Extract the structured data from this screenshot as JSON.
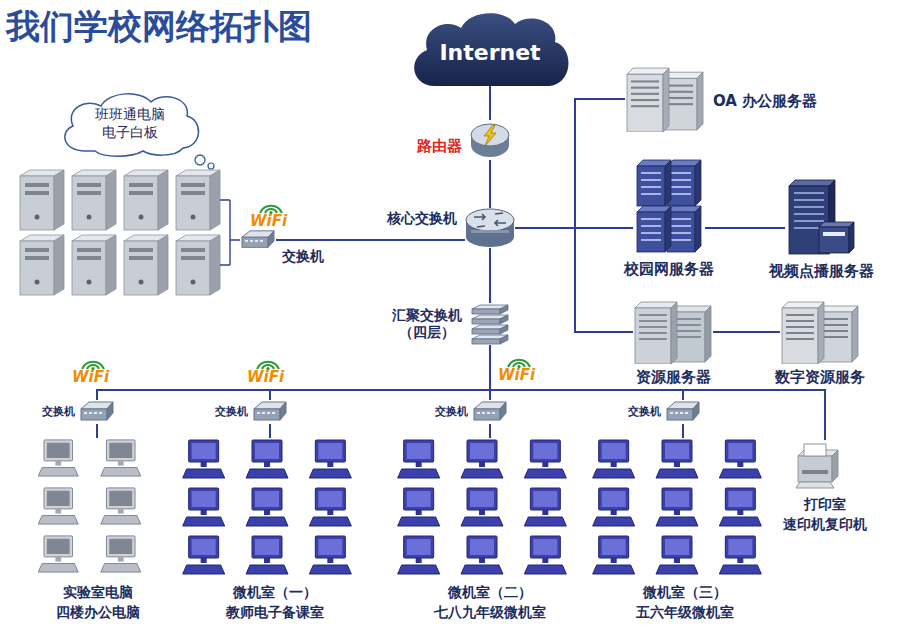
{
  "diagram": {
    "title": "我们学校网络拓扑图",
    "nodes": [
      {
        "text": [
          "Internet"
        ]
      },
      {
        "text": [
          "班班通电脑",
          "电子白板"
        ]
      },
      {
        "text": [
          "OA 办公服务器"
        ]
      },
      {
        "text": [
          "路由器"
        ]
      },
      {
        "text": [
          "交换机"
        ]
      },
      {
        "text": [
          "核心交换机"
        ]
      },
      {
        "text": [
          "校园网服务器"
        ]
      },
      {
        "text": [
          "视频点播服务器"
        ]
      },
      {
        "text": [
          "汇聚交换机",
          "（四层）"
        ]
      },
      {
        "text": [
          "资源服务器"
        ]
      },
      {
        "text": [
          "数字资源服务"
        ]
      },
      {
        "text": [
          "交换机"
        ]
      },
      {
        "text": [
          "交换机"
        ]
      },
      {
        "text": [
          "交换机"
        ]
      },
      {
        "text": [
          "交换机"
        ]
      },
      {
        "text": [
          "实验室电脑",
          "四楼办公电脑"
        ]
      },
      {
        "text": [
          "微机室（一）",
          "教师电子备课室"
        ]
      },
      {
        "text": [
          "微机室（二）",
          "七八九年级微机室"
        ]
      },
      {
        "text": [
          "微机室（三）",
          "五六年级微机室"
        ]
      },
      {
        "text": [
          "打印室",
          "速印机复印机"
        ]
      }
    ],
    "edges": [
      {
        "from": 0,
        "to": 3,
        "arrow": "none"
      },
      {
        "from": 3,
        "to": 5,
        "arrow": "none"
      },
      {
        "from": 5,
        "to": 4,
        "arrow": "none"
      },
      {
        "from": 5,
        "to": 8,
        "arrow": "none"
      },
      {
        "from": 5,
        "to": 2,
        "arrow": "none"
      },
      {
        "from": 5,
        "to": 6,
        "arrow": "none"
      },
      {
        "from": 6,
        "to": 7,
        "arrow": "none"
      },
      {
        "from": 5,
        "to": 9,
        "arrow": "none"
      },
      {
        "from": 9,
        "to": 10,
        "arrow": "none"
      },
      {
        "from": 8,
        "to": 11,
        "arrow": "none"
      },
      {
        "from": 8,
        "to": 12,
        "arrow": "none"
      },
      {
        "from": 8,
        "to": 13,
        "arrow": "none"
      },
      {
        "from": 8,
        "to": 14,
        "arrow": "none"
      },
      {
        "from": 8,
        "to": 19,
        "arrow": "none"
      },
      {
        "from": 11,
        "to": 15,
        "arrow": "none"
      },
      {
        "from": 12,
        "to": 16,
        "arrow": "none"
      },
      {
        "from": 13,
        "to": 17,
        "arrow": "none"
      },
      {
        "from": 14,
        "to": 18,
        "arrow": "none"
      }
    ],
    "labels": [
      "WiFi",
      "WiFi",
      "WiFi",
      "WiFi"
    ]
  }
}
